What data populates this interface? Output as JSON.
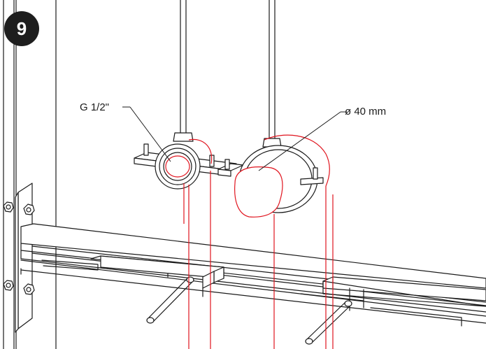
{
  "figure": {
    "step_number": "9",
    "callouts": {
      "small_pipe": "G 1/2\"",
      "large_pipe": "ø 40 mm"
    },
    "colors": {
      "line": "#1a1a1a",
      "highlight": "#e0141e",
      "badge": "#1e1e1e",
      "background": "#ffffff"
    }
  }
}
